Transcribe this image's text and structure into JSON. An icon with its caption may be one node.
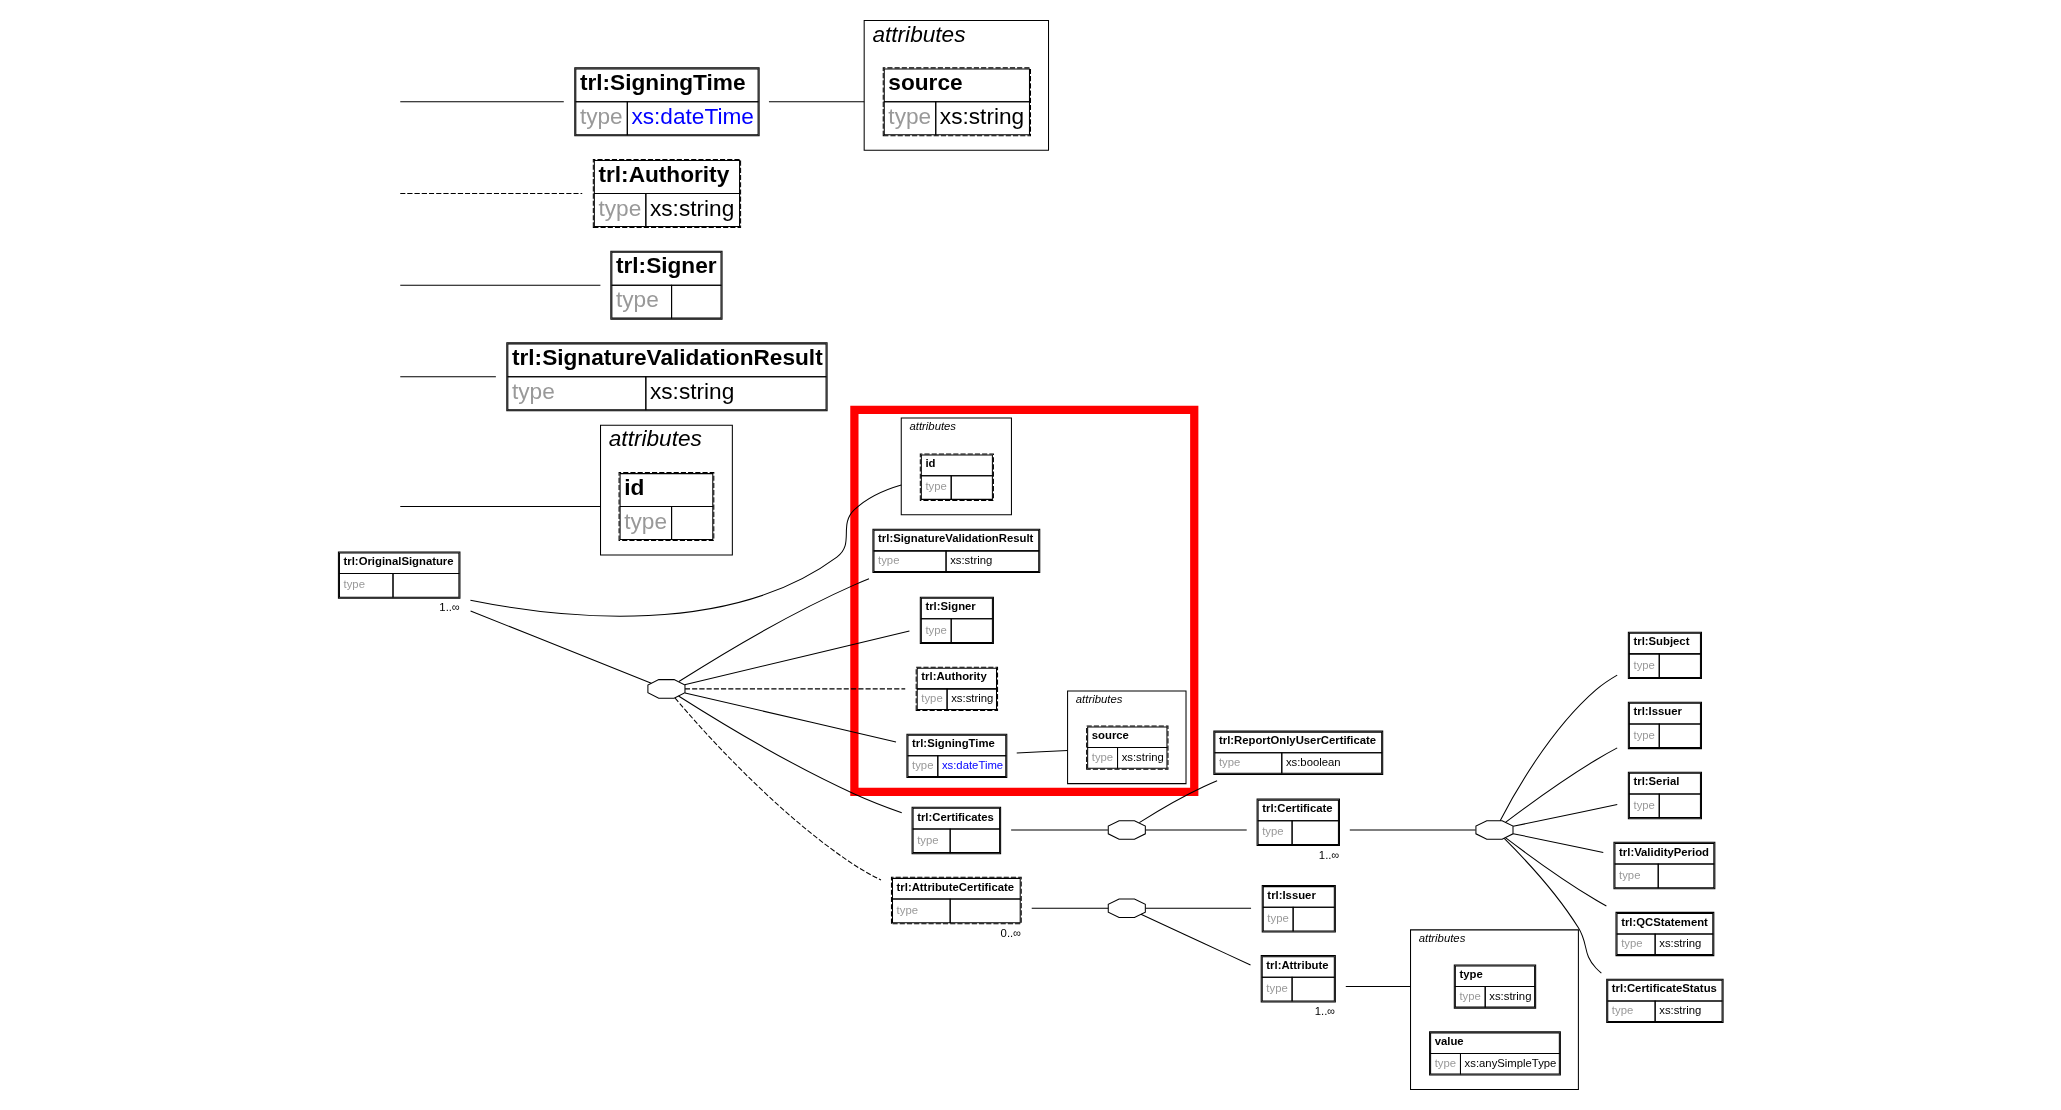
{
  "diagram": {
    "nodes": [
      {
        "text": [
          "trl:OriginalSignature",
          "type"
        ],
        "beside": [
          "1..∞"
        ]
      },
      {
        "text": [],
        "shape": "box"
      },
      {
        "text": [
          "attributes"
        ],
        "in": 1
      },
      {
        "text": [
          "id",
          "type"
        ],
        "in": 2
      },
      {
        "text": [
          "trl:SignatureValidationResult",
          "type",
          "xs:string"
        ],
        "in": 1
      },
      {
        "text": [
          "trl:Signer",
          "type"
        ],
        "in": 1
      },
      {
        "text": [
          "trl:Authority",
          "type",
          "xs:string"
        ],
        "in": 1
      },
      {
        "text": [
          "trl:SigningTime",
          "type",
          "xs:dateTime"
        ],
        "in": 1
      },
      {
        "text": [
          "attributes"
        ],
        "in": 1
      },
      {
        "text": [
          "source",
          "type",
          "xs:string"
        ],
        "in": 8
      },
      {
        "text": [],
        "shape": "octagon"
      },
      {
        "text": [
          "trl:Certificates",
          "type"
        ]
      },
      {
        "text": [],
        "shape": "octagon"
      },
      {
        "text": [
          "trl:ReportOnlyUserCertificate",
          "type",
          "xs:boolean"
        ]
      },
      {
        "text": [
          "trl:Certificate",
          "type"
        ],
        "beside": [
          "1..∞"
        ]
      },
      {
        "text": [],
        "shape": "octagon"
      },
      {
        "text": [
          "trl:Subject",
          "type"
        ]
      },
      {
        "text": [
          "trl:Issuer",
          "type"
        ]
      },
      {
        "text": [
          "trl:Serial",
          "type"
        ]
      },
      {
        "text": [
          "trl:ValidityPeriod",
          "type"
        ]
      },
      {
        "text": [
          "trl:QCStatement",
          "type",
          "xs:string"
        ]
      },
      {
        "text": [
          "trl:CertificateStatus",
          "type",
          "xs:string"
        ]
      },
      {
        "text": [
          "trl:AttributeCertificate",
          "type"
        ],
        "beside": [
          "0..∞"
        ]
      },
      {
        "text": [],
        "shape": "octagon"
      },
      {
        "text": [
          "trl:Issuer",
          "type"
        ]
      },
      {
        "text": [
          "trl:Attribute",
          "type"
        ],
        "beside": [
          "1..∞"
        ]
      },
      {
        "text": [
          "attributes"
        ]
      },
      {
        "text": [
          "type",
          "type",
          "xs:string"
        ],
        "in": 26
      },
      {
        "text": [
          "value",
          "type",
          "xs:anySimpleType"
        ],
        "in": 26
      },
      {
        "text": [
          "attributes"
        ]
      },
      {
        "text": [
          "id",
          "type"
        ],
        "in": 29
      },
      {
        "text": [
          "trl:SignatureValidationResult",
          "type",
          "xs:string"
        ]
      },
      {
        "text": [
          "trl:Signer",
          "type"
        ]
      },
      {
        "text": [
          "trl:Authority",
          "type",
          "xs:string"
        ]
      },
      {
        "text": [
          "trl:SigningTime",
          "type",
          "xs:dateTime"
        ]
      },
      {
        "text": [
          "attributes"
        ]
      },
      {
        "text": [
          "source",
          "type",
          "xs:string"
        ],
        "in": 35
      }
    ],
    "edges": [
      {
        "from": 0,
        "to": 2,
        "arrow": "none"
      },
      {
        "from": 0,
        "to": 10,
        "arrow": "none"
      },
      {
        "from": 10,
        "to": 4,
        "arrow": "none"
      },
      {
        "from": 10,
        "to": 5,
        "arrow": "none"
      },
      {
        "from": 10,
        "to": 6,
        "arrow": "none",
        "style": "dashed"
      },
      {
        "from": 10,
        "to": 7,
        "arrow": "none"
      },
      {
        "from": 7,
        "to": 8,
        "arrow": "none"
      },
      {
        "from": 10,
        "to": 11,
        "arrow": "none"
      },
      {
        "from": 10,
        "to": 22,
        "arrow": "none",
        "style": "dashed"
      },
      {
        "from": 11,
        "to": 12,
        "arrow": "none"
      },
      {
        "from": 12,
        "to": 13,
        "arrow": "none"
      },
      {
        "from": 12,
        "to": 14,
        "arrow": "none"
      },
      {
        "from": 14,
        "to": 15,
        "arrow": "none"
      },
      {
        "from": 15,
        "to": 16,
        "arrow": "none"
      },
      {
        "from": 15,
        "to": 17,
        "arrow": "none"
      },
      {
        "from": 15,
        "to": 18,
        "arrow": "none"
      },
      {
        "from": 15,
        "to": 19,
        "arrow": "none"
      },
      {
        "from": 15,
        "to": 20,
        "arrow": "none"
      },
      {
        "from": 15,
        "to": 21,
        "arrow": "none"
      },
      {
        "from": 22,
        "to": 23,
        "arrow": "none"
      },
      {
        "from": 23,
        "to": 24,
        "arrow": "none"
      },
      {
        "from": 23,
        "to": 25,
        "arrow": "none"
      },
      {
        "from": 25,
        "to": 26,
        "arrow": "none"
      },
      {
        "from": null,
        "to": 29,
        "arrow": "none"
      },
      {
        "from": null,
        "to": 31,
        "arrow": "none"
      },
      {
        "from": null,
        "to": 32,
        "arrow": "none"
      },
      {
        "from": null,
        "to": 33,
        "arrow": "none",
        "style": "dashed"
      },
      {
        "from": null,
        "to": 34,
        "arrow": "none"
      },
      {
        "from": 34,
        "to": 35,
        "arrow": "none"
      }
    ]
  }
}
